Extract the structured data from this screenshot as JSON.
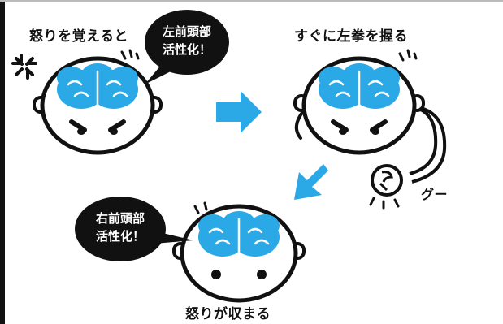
{
  "steps": {
    "step1_caption": "怒りを覚えると",
    "step2_caption": "すぐに左拳を握る",
    "step3_caption": "怒りが収まる"
  },
  "bubbles": {
    "left_line1": "左前頭部",
    "left_line2": "活性化！",
    "right_line1": "右前頭部",
    "right_line2": "活性化！"
  },
  "sound_effect": "グー",
  "colors": {
    "brain": "#2aa9e6",
    "arrow": "#2aa9e6",
    "ink": "#111111"
  }
}
